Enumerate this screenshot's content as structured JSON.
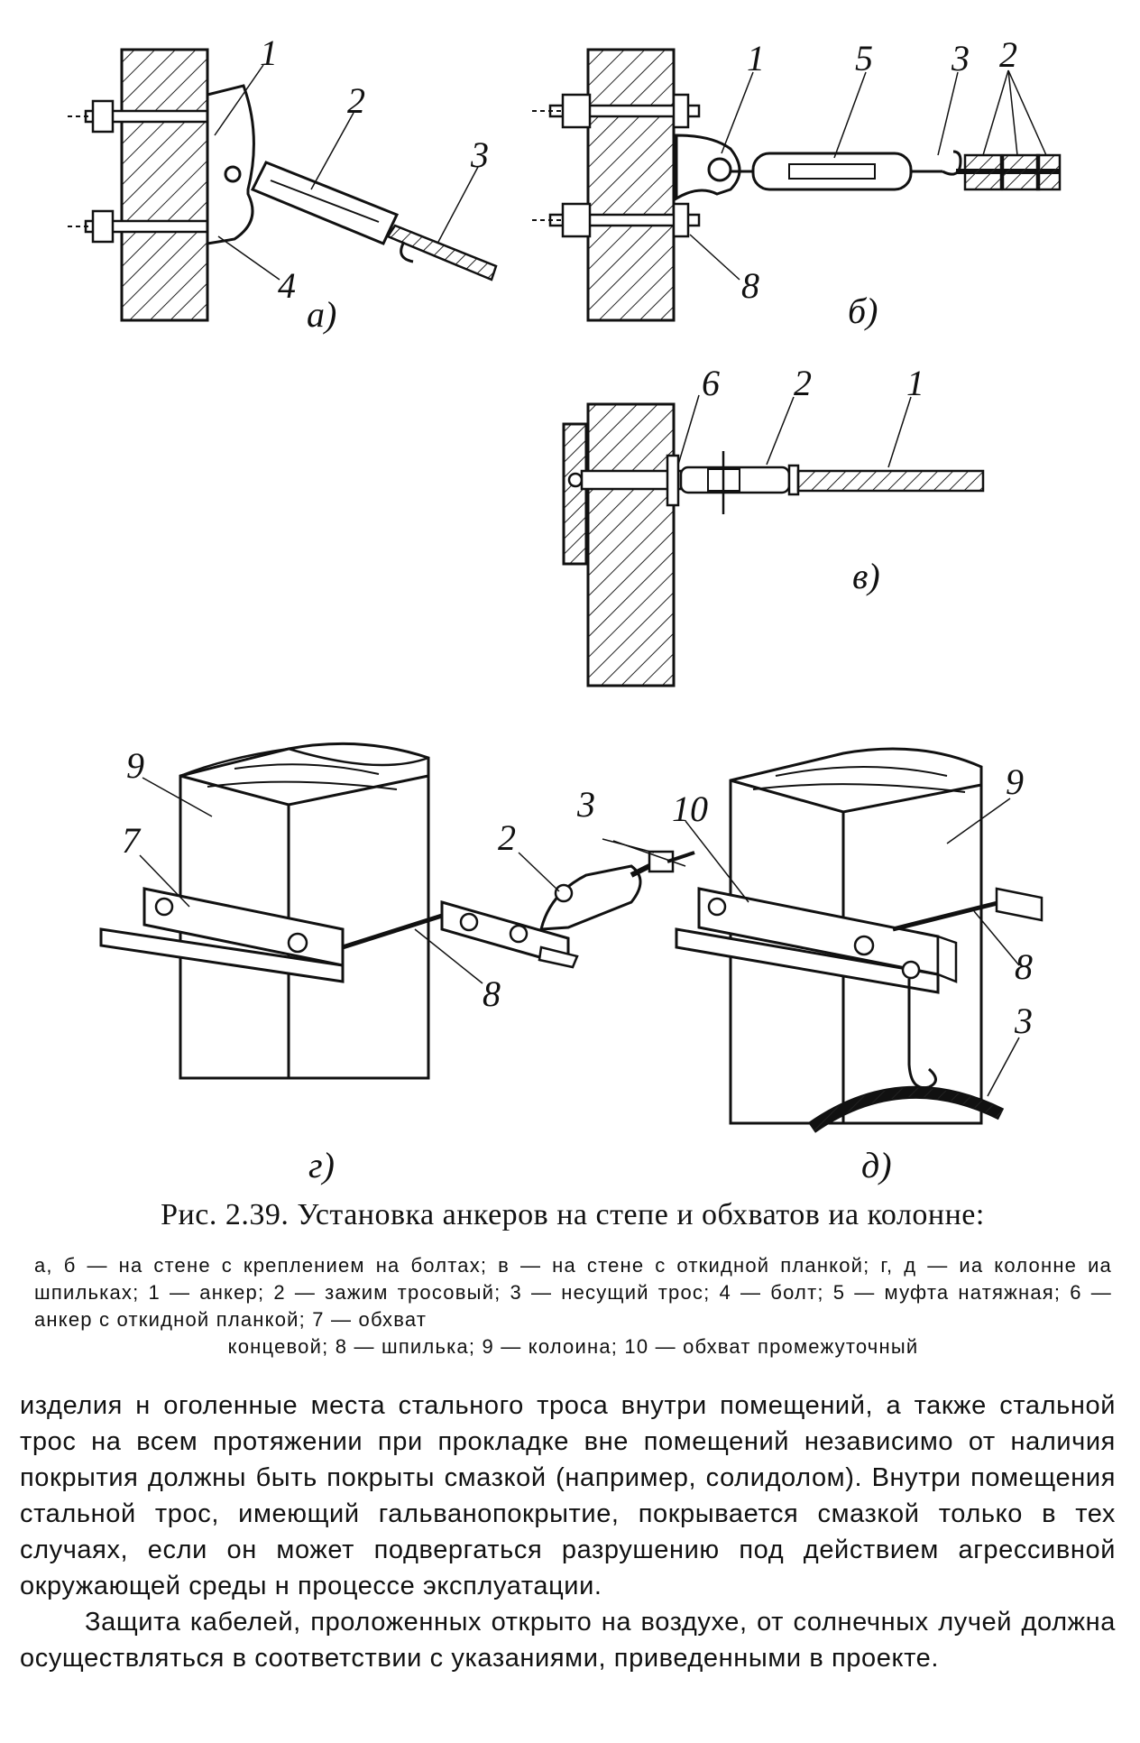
{
  "figure": {
    "panels": {
      "a": {
        "label": "а)",
        "parts": [
          "1",
          "2",
          "3",
          "4"
        ]
      },
      "b": {
        "label": "б)",
        "parts": [
          "1",
          "5",
          "3",
          "2",
          "8"
        ]
      },
      "v": {
        "label": "в)",
        "parts": [
          "6",
          "2",
          "1"
        ]
      },
      "g": {
        "label": "г)",
        "parts": [
          "9",
          "7",
          "2",
          "3",
          "8"
        ]
      },
      "d": {
        "label": "д)",
        "parts": [
          "10",
          "9",
          "8",
          "3"
        ]
      }
    },
    "caption_title": "Рис. 2.39. Установка анкеров на степе и обхватов иа колонне:",
    "caption_legend": "а, б — на стене с креплением на болтах; в — на стене с откидной планкой; г, д — иа колонне иа шпильках; 1 — анкер; 2 — зажим тросовый; 3 — несущий трос; 4 — болт; 5 — муфта натяжная; 6 — анкер с откидной планкой; 7 — обхват",
    "caption_legend_last": "концевой; 8 — шпилька; 9 — колоина; 10 — обхват промежуточный"
  },
  "body": {
    "paragraph_1": "изделия н оголенные места стального троса внутри помещений, а также стальной трос на всем протяжении при прокладке вне помещений независимо от наличия покрытия должны быть покрыты смазкой (например, солидолом). Внутри помещения стальной трос, имеющий гальванопокрытие, покрывается смазкой только в тех случаях, если он может подвергаться разрушению под действием агрессивной окружающей среды н процессе эксплуатации.",
    "paragraph_2": "Защита кабелей, проложенных открыто на воздухе, от солнечных лучей должна осуществляться в соответствии с указаниями, приведенными в проекте."
  }
}
